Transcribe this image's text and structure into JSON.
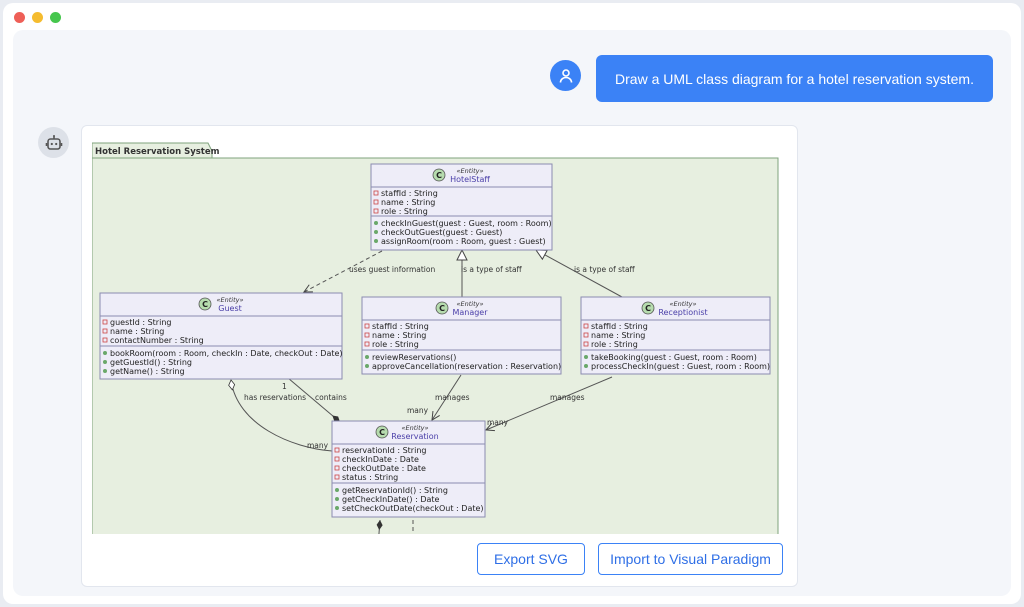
{
  "window": {
    "dots": [
      "#ee5f57",
      "#f5bc2f",
      "#46c64d"
    ]
  },
  "chat": {
    "user_message": "Draw a UML class diagram for a hotel reservation system.",
    "buttons": {
      "export_svg": "Export SVG",
      "import_vp": "Import to Visual Paradigm"
    }
  },
  "diagram": {
    "package": "Hotel Reservation System",
    "stereotype": "«Entity»",
    "circle_letter": "C",
    "classes": {
      "hotelstaff": {
        "name": "HotelStaff",
        "attributes": [
          "staffId : String",
          "name : String",
          "role : String"
        ],
        "methods": [
          "checkInGuest(guest : Guest, room : Room)",
          "checkOutGuest(guest : Guest)",
          "assignRoom(room : Room, guest : Guest)"
        ]
      },
      "guest": {
        "name": "Guest",
        "attributes": [
          "guestId : String",
          "name : String",
          "contactNumber : String"
        ],
        "methods": [
          "bookRoom(room : Room, checkIn : Date, checkOut : Date)",
          "getGuestId() : String",
          "getName() : String"
        ]
      },
      "manager": {
        "name": "Manager",
        "attributes": [
          "staffId : String",
          "name : String",
          "role : String"
        ],
        "methods": [
          "reviewReservations()",
          "approveCancellation(reservation : Reservation)"
        ]
      },
      "receptionist": {
        "name": "Receptionist",
        "attributes": [
          "staffId : String",
          "name : String",
          "role : String"
        ],
        "methods": [
          "takeBooking(guest : Guest, room : Room)",
          "processCheckIn(guest : Guest, room : Room)"
        ]
      },
      "reservation": {
        "name": "Reservation",
        "attributes": [
          "reservationId : String",
          "checkInDate : Date",
          "checkOutDate : Date",
          "status : String"
        ],
        "methods": [
          "getReservationId() : String",
          "getCheckInDate() : Date",
          "setCheckOutDate(checkOut : Date)"
        ]
      }
    },
    "labels": {
      "uses_guest_info": "uses guest information",
      "type_of_staff_1": "is a type of staff",
      "type_of_staff_2": "is a type of staff",
      "has_reservations": "has reservations",
      "contains": "contains",
      "manages_1": "manages",
      "manages_2": "manages",
      "one": "1",
      "many_1": "many",
      "many_2": "many",
      "many_3": "many"
    },
    "colors": {
      "background": "#e7efe0",
      "border": "#7fa37d",
      "class_fill": "#eeedf8",
      "class_border": "#8b8bb0",
      "class_name": "#4a3fa8",
      "circle": "#b6dcae"
    }
  }
}
